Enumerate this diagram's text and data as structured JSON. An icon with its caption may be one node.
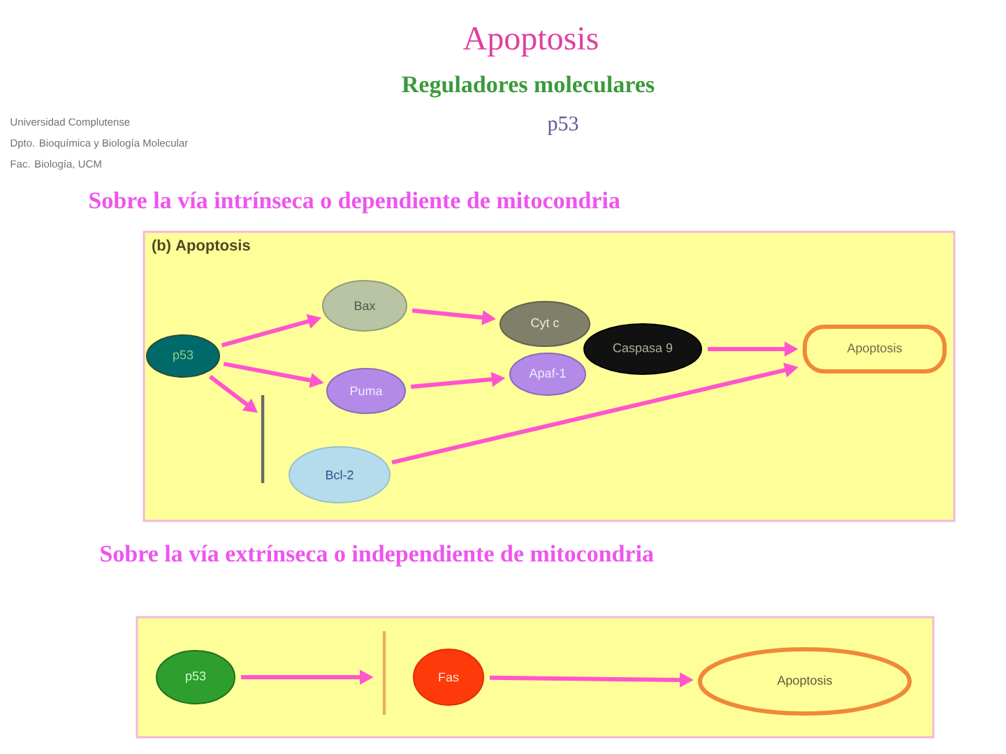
{
  "diagram": {
    "title": "Apoptosis",
    "nodes": [
      {
        "text": [
          "(b) Apoptosis"
        ]
      },
      {
        "text": [
          "p53"
        ],
        "in": 0
      },
      {
        "text": [
          "Bax"
        ],
        "in": 0
      },
      {
        "text": [
          "Puma"
        ],
        "in": 0
      },
      {
        "text": [
          "Cyt c"
        ],
        "in": 0
      },
      {
        "text": [
          "Apaf-1"
        ],
        "in": 0
      },
      {
        "text": [
          "Caspasa 9"
        ],
        "in": 0
      },
      {
        "text": [
          "Apoptosis"
        ],
        "in": 0
      },
      {
        "text": [
          "Bcl-2"
        ],
        "in": 0
      },
      {
        "text": [],
        "shape": "box"
      },
      {
        "text": [
          "p53"
        ],
        "in": 9
      },
      {
        "text": [
          "Fas"
        ],
        "in": 9
      },
      {
        "text": [
          "Apoptosis"
        ],
        "in": 9
      }
    ],
    "edges": [
      {
        "from": 1,
        "to": 2,
        "arrow": "to"
      },
      {
        "from": 1,
        "to": 3,
        "arrow": "to"
      },
      {
        "from": 2,
        "to": 4,
        "arrow": "to"
      },
      {
        "from": 3,
        "to": 5,
        "arrow": "to"
      },
      {
        "from": 6,
        "to": 7,
        "arrow": "to"
      },
      {
        "from": 1,
        "to": 8,
        "arrow": "to"
      },
      {
        "from": 8,
        "to": 7,
        "arrow": "to"
      },
      {
        "from": 10,
        "to": 11,
        "arrow": "to"
      },
      {
        "from": 11,
        "to": 12,
        "arrow": "to"
      }
    ],
    "labels": [
      "Reguladores moleculares",
      "p53",
      "Universidad Complutense",
      "Dpto. Bioquímica y Biología Molecular",
      "Fac. Biología, UCM",
      "Sobre la vía intrínseca o dependiente de mitocondria",
      "Sobre la vía extrínseca o independiente de mitocondria"
    ]
  }
}
